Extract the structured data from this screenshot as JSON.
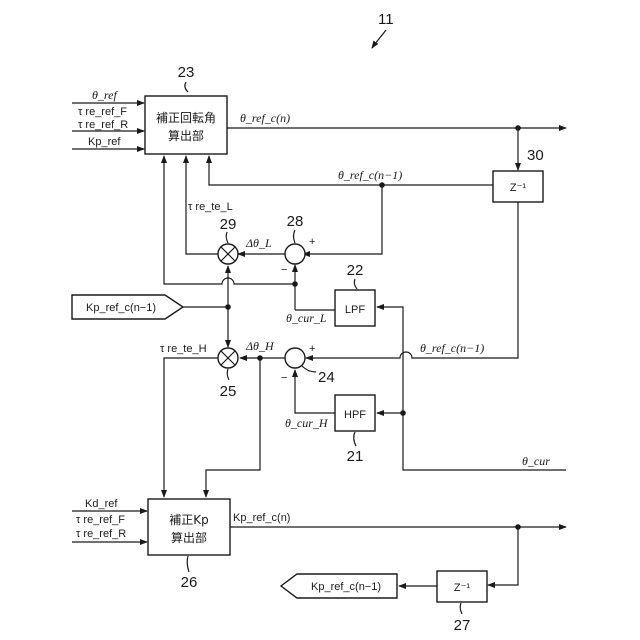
{
  "figure": {
    "ref_number": "11"
  },
  "blocks": {
    "rotation_angle_calc": {
      "ref": "23",
      "line1": "補正回転角",
      "line2": "算出部"
    },
    "kp_calc": {
      "ref": "26",
      "line1": "補正Kp",
      "line2": "算出部"
    },
    "delay_top": {
      "ref": "30",
      "label": "Z⁻¹"
    },
    "delay_bottom": {
      "ref": "27",
      "label": "Z⁻¹"
    },
    "lpf": {
      "ref": "22",
      "label": "LPF"
    },
    "hpf": {
      "ref": "21",
      "label": "HPF"
    },
    "sum_low": {
      "ref": "28",
      "plus": "+",
      "minus": "−"
    },
    "sum_high": {
      "ref": "24",
      "plus": "+",
      "minus": "−"
    },
    "mult_low": {
      "ref": "29"
    },
    "mult_high": {
      "ref": "25"
    }
  },
  "signals": {
    "theta_ref": "θ_ref",
    "tau_ref_f": "τ re_ref_F",
    "tau_ref_r": "τ re_ref_R",
    "kp_ref": "Kp_ref",
    "theta_ref_c_n": "θ_ref_c(n)",
    "theta_ref_c_n1_top": "θ_ref_c(n−1)",
    "theta_ref_c_n1_mid": "θ_ref_c(n−1)",
    "tau_te_l": "τ re_te_L",
    "delta_theta_l": "Δθ_L",
    "theta_cur_l": "θ_cur_L",
    "kp_ref_c_n1_in": "Kp_ref_c(n−1)",
    "tau_te_h": "τ re_te_H",
    "delta_theta_h": "Δθ_H",
    "theta_cur_h": "θ_cur_H",
    "theta_cur": "θ_cur",
    "kd_ref": "Kd_ref",
    "tau_ref_f2": "τ re_ref_F",
    "tau_ref_r2": "τ re_ref_R",
    "kp_ref_c_n": "Kp_ref_c(n)",
    "kp_ref_c_n1_out": "Kp_ref_c(n−1)"
  }
}
